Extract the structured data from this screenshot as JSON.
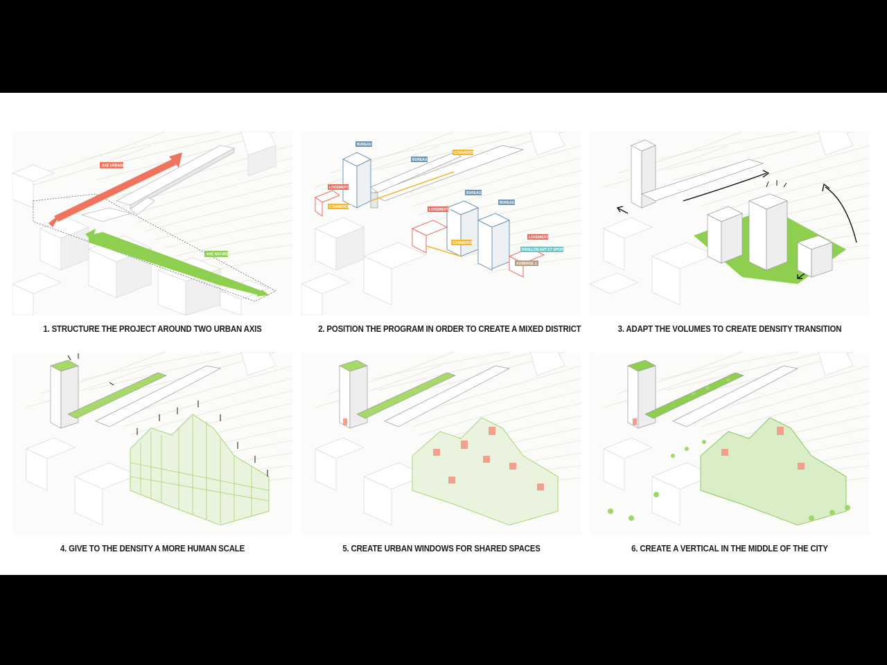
{
  "panels": [
    {
      "caption": "1. STRUCTURE THE PROJECT AROUND TWO URBAN AXIS",
      "labels": {
        "axe_urbain": "AXE URBAIN",
        "axe_nature": "AXE NATURE"
      }
    },
    {
      "caption": "2. POSITION THE PROGRAM IN ORDER TO CREATE A MIXED DISTRICT",
      "labels": {
        "bureaux": "BUREAUX",
        "commerces": "COMMERCES",
        "logements": "LOGEMENTS",
        "pavillon": "PAVILLON ART ET SPORT",
        "auberge": "AUBERGE J."
      }
    },
    {
      "caption": "3. ADAPT THE VOLUMES TO CREATE DENSITY TRANSITION"
    },
    {
      "caption": "4. GIVE TO THE DENSITY A MORE HUMAN SCALE"
    },
    {
      "caption": "5. CREATE URBAN WINDOWS FOR SHARED SPACES"
    },
    {
      "caption": "6. CREATE A VERTICAL IN THE MIDDLE OF THE CITY"
    }
  ],
  "colors": {
    "axis_red": "#f0735e",
    "nature_green": "#8fcf4f",
    "office_blue": "#6e95b3",
    "commerce_yellow": "#f4b52a",
    "housing_red": "#ee6a5f",
    "pavilion_teal": "#6cc6c9",
    "auberge_tan": "#b49a80",
    "window_pink": "#f2a08c"
  }
}
